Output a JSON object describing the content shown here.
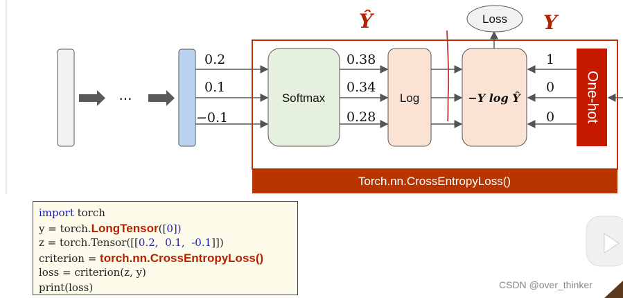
{
  "diagram": {
    "yhat_label": "Ŷ",
    "y_label": "Y",
    "loss_label": "Loss",
    "ellipsis": "···",
    "softmax_label": "Softmax",
    "log_label": "Log",
    "formula_label": "−Y log Ŷ",
    "onehot_label": "One-hot",
    "module_label": "Torch.nn.CrossEntropyLoss()",
    "logits": [
      "0.2",
      "0.1",
      "−0.1"
    ],
    "probabilities": [
      "0.38",
      "0.34",
      "0.28"
    ],
    "onehot_values": [
      "1",
      "0",
      "0"
    ],
    "colors": {
      "module_frame": "#b83500",
      "onehot_box": "#c51a00",
      "softmax_fill": "#e5f1de",
      "log_fill": "#fbe3d3",
      "vector_fill": "#bcd3ef",
      "arrow": "#555555",
      "annotation": "#b52200"
    }
  },
  "code": {
    "lines": [
      {
        "a": "import",
        "b": " torch",
        "c": "",
        "d": ""
      },
      {
        "a": "y = torch.",
        "b": "LongTensor",
        "c": "([",
        "d": "0])"
      },
      {
        "a": "z = torch.Tensor([[",
        "b": "0.2,  0.1,  -0.1",
        "c": "]])",
        "d": ""
      },
      {
        "a": "criterion = ",
        "b": "torch.nn.CrossEntropyLoss()",
        "c": "",
        "d": ""
      },
      {
        "a": "loss = criterion(z, y)",
        "b": "",
        "c": "",
        "d": ""
      },
      {
        "a": "print(loss)",
        "b": "",
        "c": "",
        "d": ""
      }
    ]
  },
  "watermark": "CSDN @over_thinker"
}
